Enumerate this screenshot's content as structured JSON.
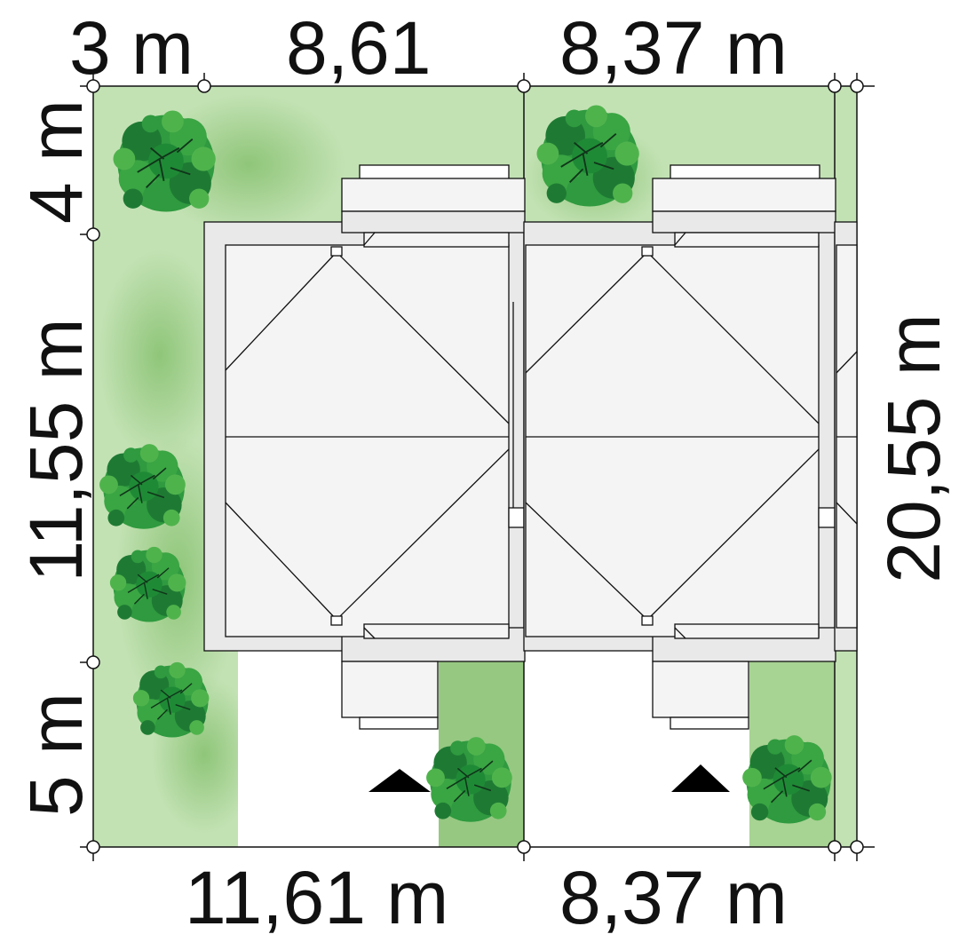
{
  "dimensions": {
    "top_left_setback": "3 m",
    "top_left_width": "8,61",
    "top_right_width": "8,37 m",
    "bottom_left_width": "11,61 m",
    "bottom_right_width": "8,37 m",
    "left_top_depth": "4 m",
    "left_middle_depth": "11,55 m",
    "left_bottom_depth": "5 m",
    "right_total_depth": "20,55 m"
  },
  "colors": {
    "lawn": "#c3e2b4",
    "lawn_shade": "#93c77c",
    "roof": "#f4f4f4",
    "roof_rim": "#e9e9e9",
    "outline": "#111111",
    "tree_dark": "#1e7a33",
    "tree_mid": "#2f9a3f",
    "tree_light": "#4fb34c"
  },
  "symbols": {
    "entrance_marker": "triangle-entrance-icon",
    "tree": "tree-icon",
    "survey_point": "circle-point-icon"
  }
}
